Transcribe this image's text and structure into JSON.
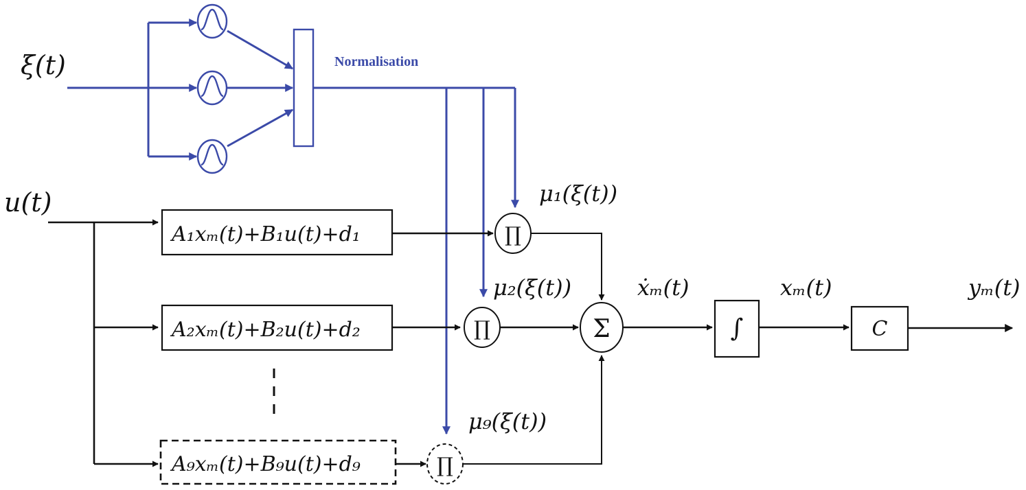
{
  "colors": {
    "blue": "#3b4aa8",
    "black": "#111111"
  },
  "inputs": {
    "xi": "ξ(t)",
    "u": "u(t)"
  },
  "normalisation_label": "Normalisation",
  "rules": [
    {
      "block": "A₁xₘ(t)+B₁u(t)+d₁",
      "weight": "μ₁(ξ(t))",
      "product": "∏"
    },
    {
      "block": "A₂xₘ(t)+B₂u(t)+d₂",
      "weight": "μ₂(ξ(t))",
      "product": "∏"
    },
    {
      "block": "A₉xₘ(t)+B₉u(t)+d₉",
      "weight": "μ₉(ξ(t))",
      "product": "∏"
    }
  ],
  "sum_symbol": "Σ",
  "integrator_symbol": "∫",
  "output_matrix": "C",
  "signals": {
    "xm_dot": "ẋₘ(t)",
    "xm": "xₘ(t)",
    "ym": "yₘ(t)"
  }
}
